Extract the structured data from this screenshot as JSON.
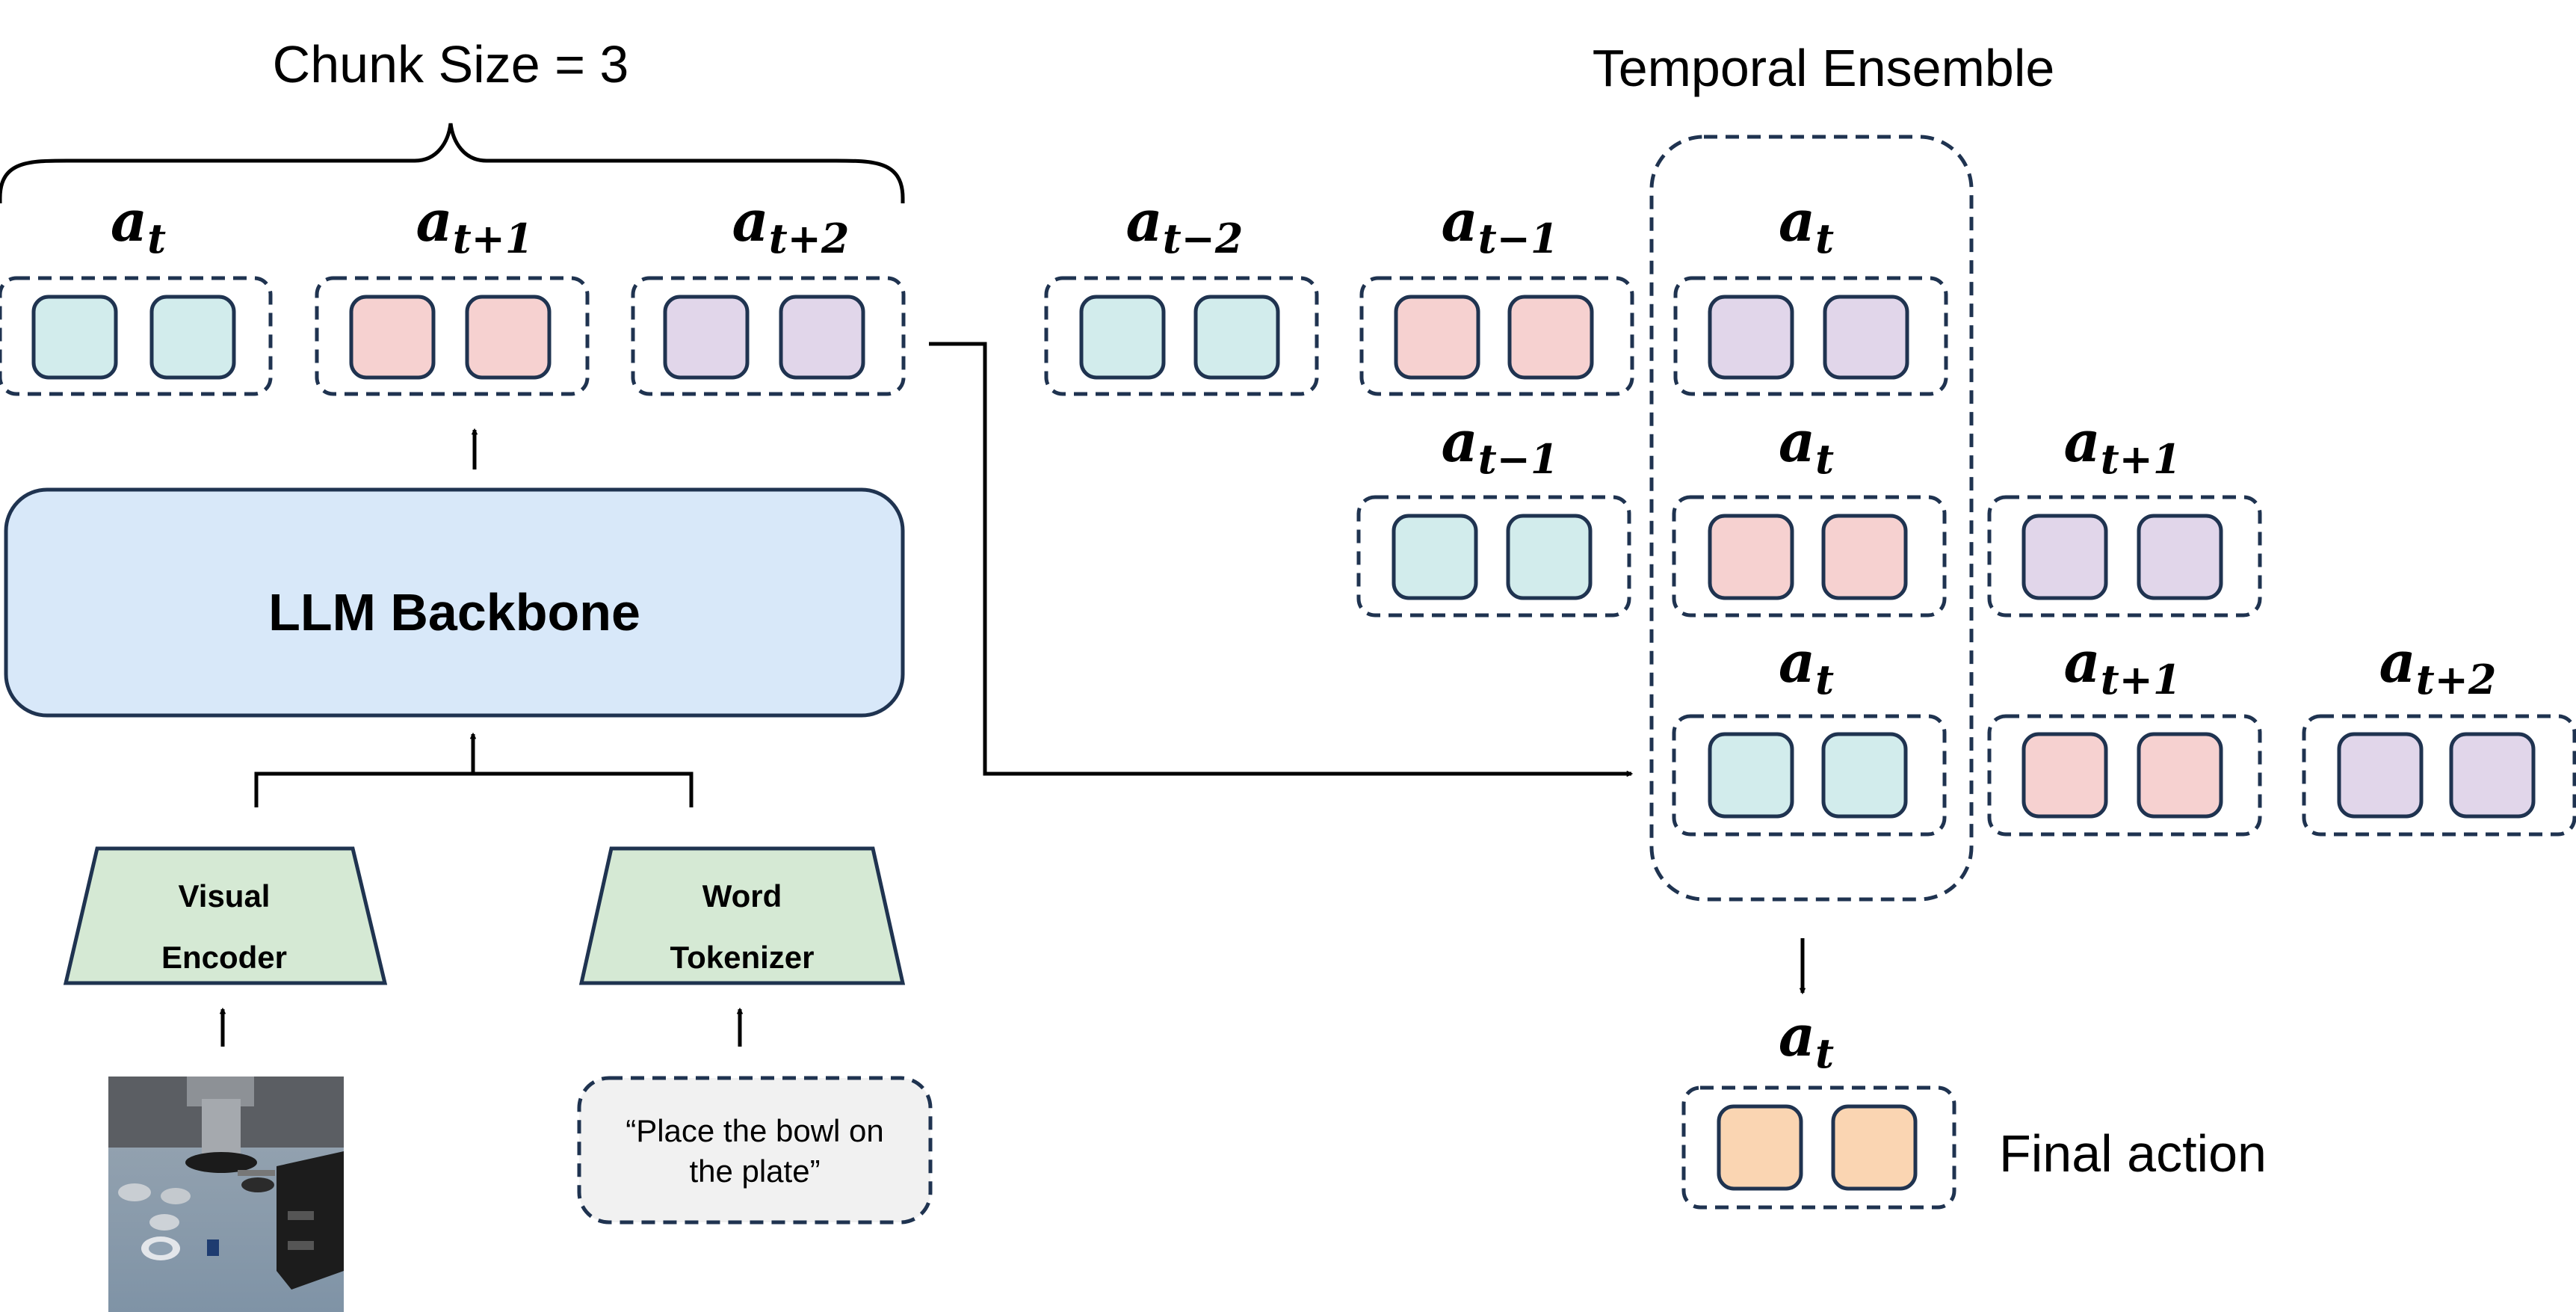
{
  "chunk": {
    "title": "Chunk Size = 3",
    "labels": {
      "t": "t",
      "t1": "t+1",
      "t2": "t+2"
    }
  },
  "temporal": {
    "title": "Temporal Ensemble",
    "row1": {
      "l1": "t−2",
      "l2": "t−1",
      "l3": "t"
    },
    "row2": {
      "l1": "t−1",
      "l2": "t",
      "l3": "t+1"
    },
    "row3": {
      "l1": "t",
      "l2": "t+1",
      "l3": "t+2"
    }
  },
  "backbone": {
    "label": "LLM Backbone"
  },
  "visual_encoder": {
    "line1": "Visual",
    "line2": "Encoder"
  },
  "word_tokenizer": {
    "line1": "Word",
    "line2": "Tokenizer"
  },
  "instruction": {
    "line1": "“Place the bowl on",
    "line2": "the plate”"
  },
  "final": {
    "label_sub": "t",
    "text": "Final action"
  },
  "symbols": {
    "action": "a"
  },
  "colors": {
    "teal": "#d2ecec",
    "pink": "#f6d1d0",
    "lavender": "#e1d6ea",
    "orange": "#fad5b2",
    "navy": "#1f3350",
    "backbone_fill": "#d8e8f9",
    "encoder_fill": "#d5e9d4",
    "instruction_fill": "#f1f1f1"
  }
}
